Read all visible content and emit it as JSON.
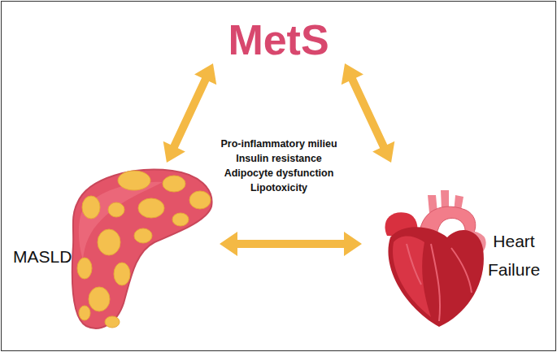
{
  "diagram": {
    "nodes": [
      {
        "text": [
          "MetS"
        ]
      },
      {
        "text": [
          "MASLD"
        ]
      },
      {
        "text": [
          "Heart Failure"
        ]
      }
    ],
    "edges": [
      {
        "from": 0,
        "to": 1,
        "arrow": "both"
      },
      {
        "from": 0,
        "to": 2,
        "arrow": "both"
      },
      {
        "from": 1,
        "to": 2,
        "arrow": "both"
      }
    ],
    "labels": [
      "Pro-inflammatory milieu",
      "Insulin resistance",
      "Adipocyte dysfunction",
      "Lipotoxicity"
    ]
  }
}
